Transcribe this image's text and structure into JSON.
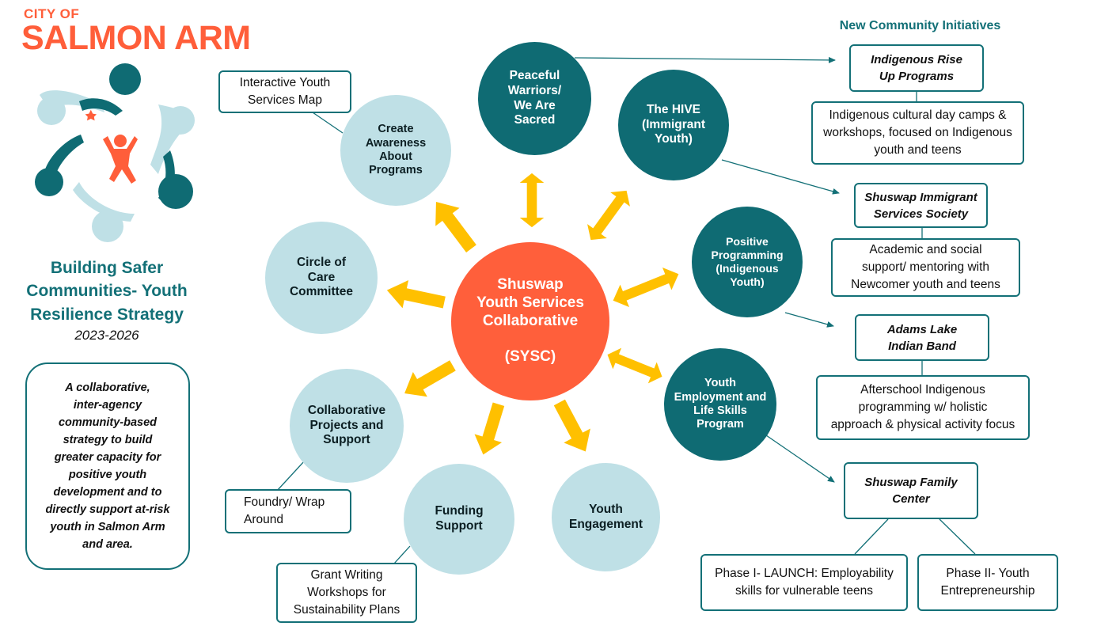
{
  "branding": {
    "org_line_1": "CITY OF",
    "org_line_2": "SALMON ARM",
    "logo_icon": "people-circle-logo",
    "colors": {
      "orange": "#ff5e3a",
      "teal": "#0f6b73",
      "light_blue": "#bfe0e6",
      "arrow_yellow": "#ffc000"
    }
  },
  "strategy": {
    "title": "Building Safer\nCommunities- Youth\nResilience Strategy",
    "years": "2023-2026",
    "description": "A collaborative,\ninter-agency\ncommunity-based\nstrategy to build\ngreater capacity for\npositive youth\ndevelopment and to\ndirectly support at-risk\nyouth in Salmon Arm\nand area."
  },
  "center": {
    "label": "Shuswap\nYouth Services\nCollaborative\n\n(SYSC)"
  },
  "nodes": {
    "create_awareness": "Create\nAwareness\nAbout\nPrograms",
    "peaceful_warriors": "Peaceful\nWarriors/\nWe Are\nSacred",
    "hive": "The HIVE\n(Immigrant\nYouth)",
    "circle_of_care": "Circle of\nCare\nCommittee",
    "positive_programming": "Positive\nProgramming\n(Indigenous\nYouth)",
    "employment": "Youth\nEmployment and\nLife Skills\nProgram",
    "collaborative_projects": "Collaborative\nProjects and\nSupport",
    "funding_support": "Funding\nSupport",
    "youth_engagement": "Youth\nEngagement"
  },
  "notes": {
    "interactive_map": "Interactive Youth\nServices Map",
    "foundry": "Foundry/ Wrap\nAround",
    "grant_writing": "Grant Writing\nWorkshops for\nSustainability Plans"
  },
  "initiatives": {
    "heading": "New Community Initiatives",
    "indigenous_rise": "Indigenous Rise\nUp Programs",
    "indigenous_rise_desc": "Indigenous cultural day camps &\nworkshops, focused on Indigenous\nyouth and teens",
    "immigrant_society": "Shuswap Immigrant\nServices Society",
    "immigrant_society_desc": "Academic and social\nsupport/ mentoring with\nNewcomer youth and teens",
    "adams_lake": "Adams Lake\nIndian Band",
    "adams_lake_desc": "Afterschool Indigenous\nprogramming w/ holistic\napproach & physical activity focus",
    "family_center": "Shuswap Family\nCenter",
    "phase_1": "Phase I- LAUNCH:  Employability\nskills for vulnerable teens",
    "phase_2": "Phase II- Youth\nEntrepreneurship"
  }
}
